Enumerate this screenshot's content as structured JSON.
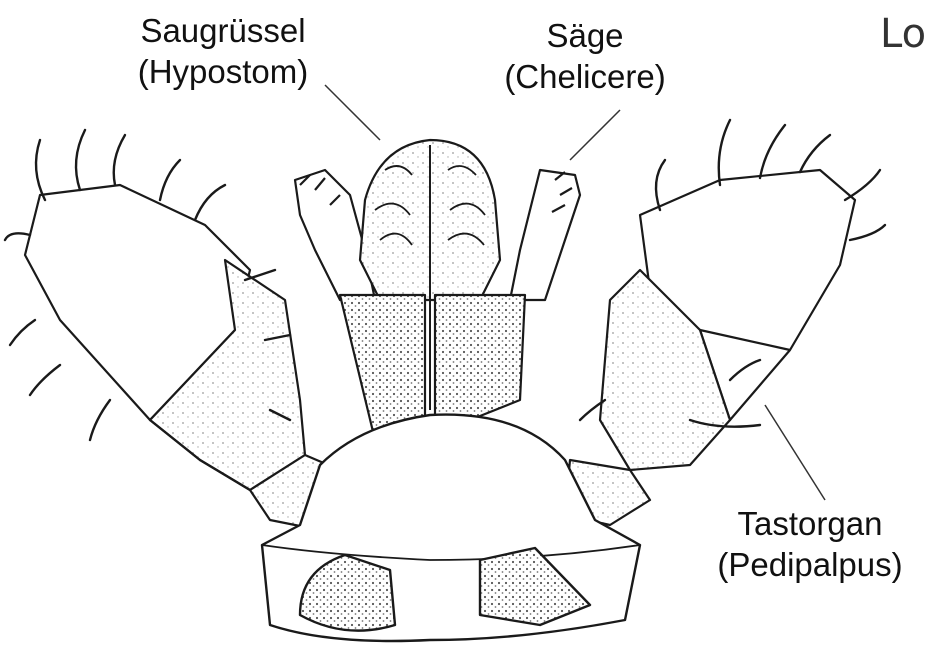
{
  "labels": {
    "hypostom": {
      "line1": "Saugrüssel",
      "line2": "(Hypostom)"
    },
    "chelicere": {
      "line1": "Säge",
      "line2": "(Chelicere)"
    },
    "pedipalpus": {
      "line1": "Tastorgan",
      "line2": "(Pedipalpus)"
    }
  },
  "corner_text": "Lo",
  "colors": {
    "ink": "#1a1a1a",
    "stipple": "#8a8a8a",
    "background": "#ffffff"
  }
}
